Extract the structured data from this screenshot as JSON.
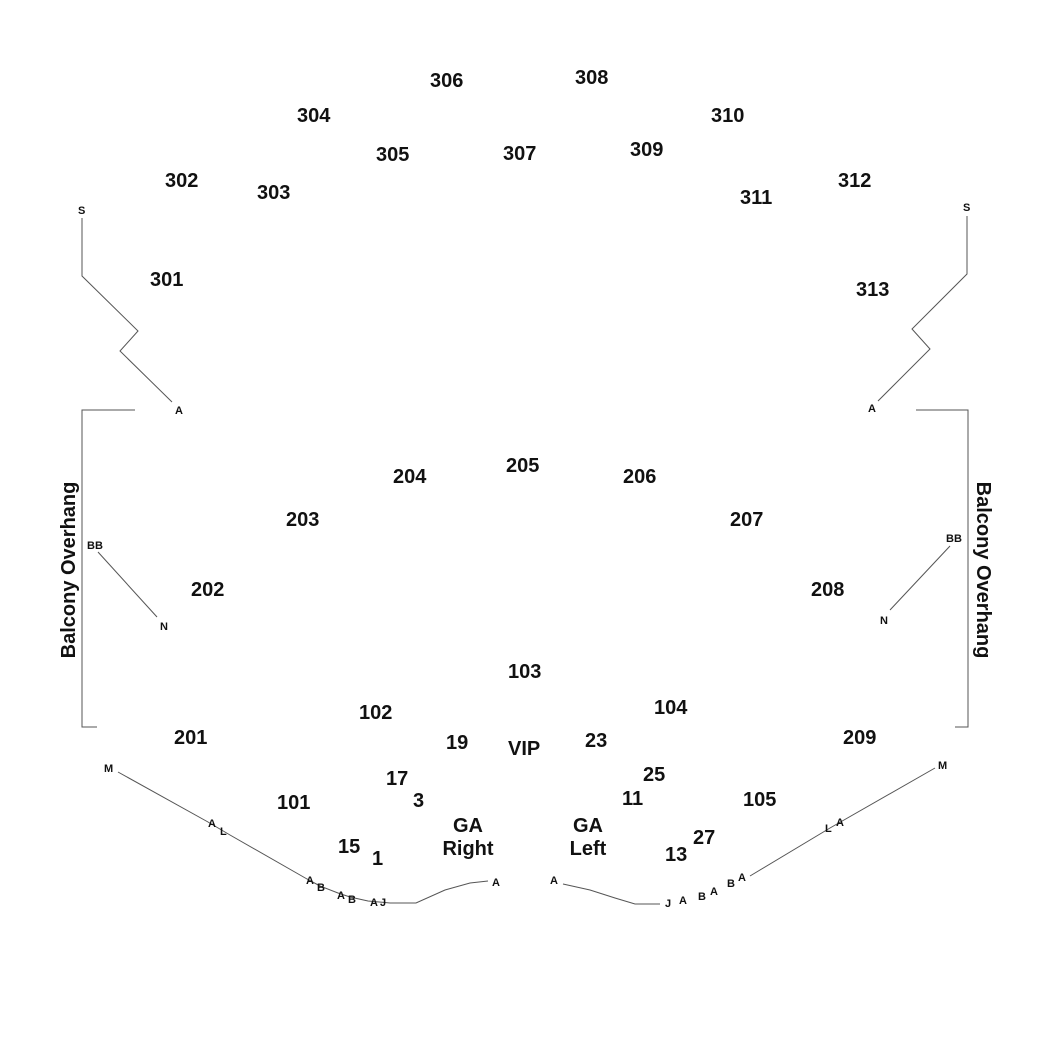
{
  "colors": {
    "background": "#ffffff",
    "text": "#111111",
    "line": "#555555"
  },
  "balcony": {
    "sections": [
      "301",
      "302",
      "303",
      "304",
      "305",
      "306",
      "307",
      "308",
      "309",
      "310",
      "311",
      "312",
      "313"
    ],
    "left_rows": {
      "top": "S",
      "bottom": "A"
    },
    "right_rows": {
      "top": "S",
      "bottom": "A"
    }
  },
  "mezzanine": {
    "sections": [
      "201",
      "202",
      "203",
      "204",
      "205",
      "206",
      "207",
      "208",
      "209"
    ],
    "overhang_label": "Balcony Overhang",
    "left_rows": {
      "top": "BB",
      "bottom": "N"
    },
    "right_rows": {
      "top": "BB",
      "bottom": "N"
    }
  },
  "orchestra": {
    "sections": [
      "101",
      "102",
      "103",
      "104",
      "105"
    ],
    "tables": [
      "1",
      "3",
      "11",
      "13",
      "15",
      "17",
      "19",
      "23",
      "25",
      "27"
    ],
    "vip": "VIP",
    "ga_right": {
      "line1": "GA",
      "line2": "Right"
    },
    "ga_left": {
      "line1": "GA",
      "line2": "Left"
    },
    "left_rows": [
      "M",
      "A",
      "L",
      "A",
      "B",
      "A",
      "B",
      "A",
      "J",
      "A"
    ],
    "right_rows": [
      "M",
      "A",
      "L",
      "A",
      "B",
      "A",
      "B",
      "A",
      "J",
      "A"
    ]
  }
}
